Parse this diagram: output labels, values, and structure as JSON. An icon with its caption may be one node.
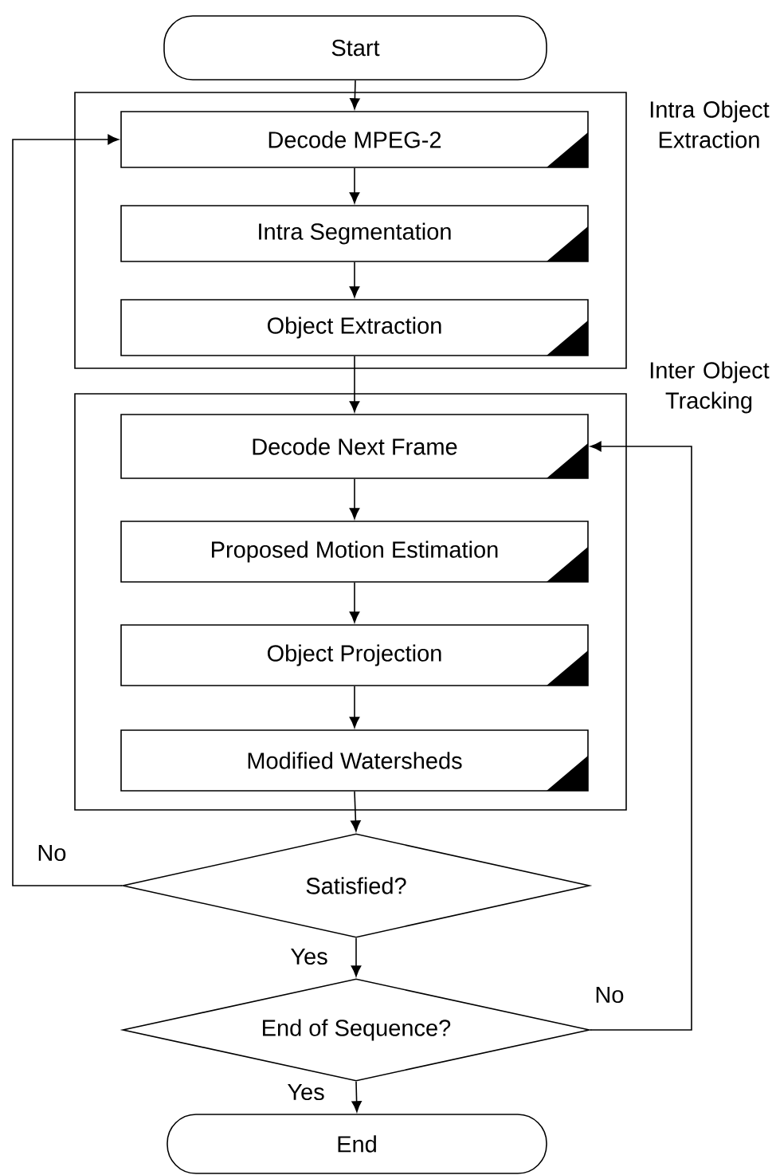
{
  "diagram": {
    "nodes": [
      {
        "text": [
          "Start"
        ]
      },
      {
        "text": [
          "Intra Object Extraction"
        ]
      },
      {
        "text": [
          "Decode MPEG-2"
        ],
        "in": 1
      },
      {
        "text": [
          "Intra Segmentation"
        ],
        "in": 1
      },
      {
        "text": [
          "Object Extraction"
        ],
        "in": 1
      },
      {
        "text": [
          "Inter Object Tracking"
        ]
      },
      {
        "text": [
          "Decode Next Frame"
        ],
        "in": 5
      },
      {
        "text": [
          "Proposed Motion Estimation"
        ],
        "in": 5
      },
      {
        "text": [
          "Object Projection"
        ],
        "in": 5
      },
      {
        "text": [
          "Modified Watersheds"
        ],
        "in": 5
      },
      {
        "text": [
          "Satisfied?"
        ]
      },
      {
        "text": [
          "End of Sequence?"
        ]
      },
      {
        "text": [
          "End"
        ]
      }
    ],
    "edges": [
      {
        "from": 0,
        "to": 2,
        "arrow": "to"
      },
      {
        "from": 2,
        "to": 3,
        "arrow": "to"
      },
      {
        "from": 3,
        "to": 4,
        "arrow": "to"
      },
      {
        "from": 4,
        "to": 6,
        "arrow": "to"
      },
      {
        "from": 6,
        "to": 7,
        "arrow": "to"
      },
      {
        "from": 7,
        "to": 8,
        "arrow": "to"
      },
      {
        "from": 8,
        "to": 9,
        "arrow": "to"
      },
      {
        "from": 9,
        "to": 10,
        "arrow": "to"
      },
      {
        "from": 10,
        "to": 2,
        "arrow": "to",
        "label": "No"
      },
      {
        "from": 10,
        "to": 11,
        "arrow": "to",
        "label": "Yes"
      },
      {
        "from": 11,
        "to": 6,
        "arrow": "to",
        "label": "No"
      },
      {
        "from": 11,
        "to": 12,
        "arrow": "to",
        "label": "Yes"
      }
    ]
  }
}
